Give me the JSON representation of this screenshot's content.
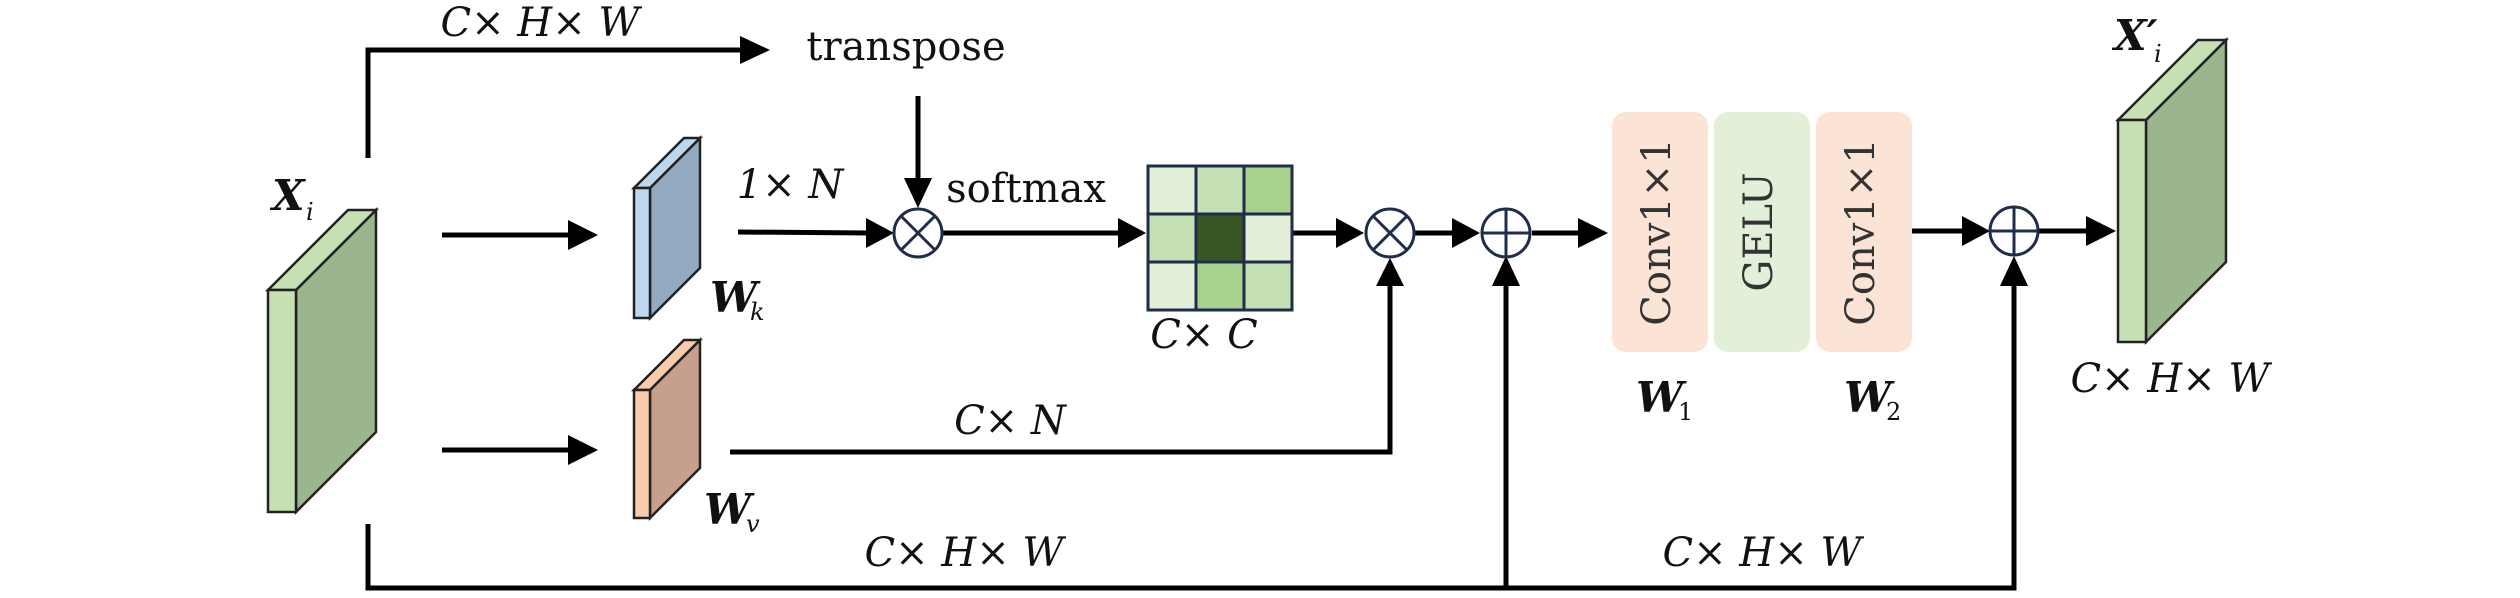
{
  "labels": {
    "top_dim": "C× H× W",
    "transpose": "transpose",
    "one_by_n": "1× N",
    "softmax": "softmax",
    "c_by_c": "C× C",
    "c_by_n": "C× N",
    "bottom_dim_left": "C× H× W",
    "bottom_dim_right": "C× H× W",
    "output_dim": "C× H× W"
  },
  "matrices": {
    "input": {
      "main": "X",
      "sub": "i"
    },
    "key": {
      "main": "W",
      "sub": "k"
    },
    "value": {
      "main": "W",
      "sub": "v"
    },
    "w1": {
      "main": "W",
      "sub": "1"
    },
    "w2": {
      "main": "W",
      "sub": "2"
    },
    "output": {
      "main": "X′",
      "sub": "i"
    }
  },
  "blocks": {
    "conv1": "Conv1×1",
    "gelu": "GELU",
    "conv2": "Conv1×1"
  },
  "colors": {
    "green_front": "#c6e0b4",
    "green_side": "#9bb58f",
    "blue_front": "#bdd7ee",
    "blue_side": "#94aac0",
    "orange_front": "#f8cbad",
    "orange_side": "#c69f8d",
    "conv_bg": "#fbe3d6",
    "gelu_bg": "#e2f0d9",
    "grid_light": "#e2f0d9",
    "grid_mid": "#c5e0b4",
    "grid_strong": "#a9d18e",
    "grid_dark": "#375623"
  },
  "attention_grid": [
    [
      "light",
      "mid",
      "strong"
    ],
    [
      "mid",
      "dark",
      "light"
    ],
    [
      "light",
      "strong",
      "mid"
    ]
  ]
}
